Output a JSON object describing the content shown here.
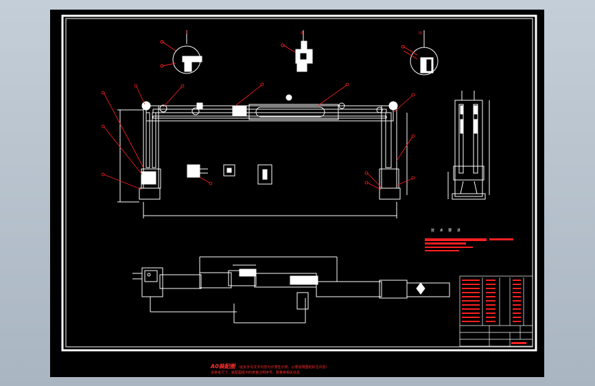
{
  "drawing": {
    "frame_color": "#ffffff",
    "accent_color": "#ff2020",
    "background_color": "#000000",
    "detail_labels": [
      "I",
      "II",
      "III"
    ],
    "technical_requirements_title": "技 术 要 求",
    "note_title": "A0装配图",
    "note_line1": "（此处手写文字内容为示意性示例，以便说明图纸标注内容）",
    "note_line2": "请参考尺寸，装配图纸中的表格注明序号、数量等相关信息"
  }
}
